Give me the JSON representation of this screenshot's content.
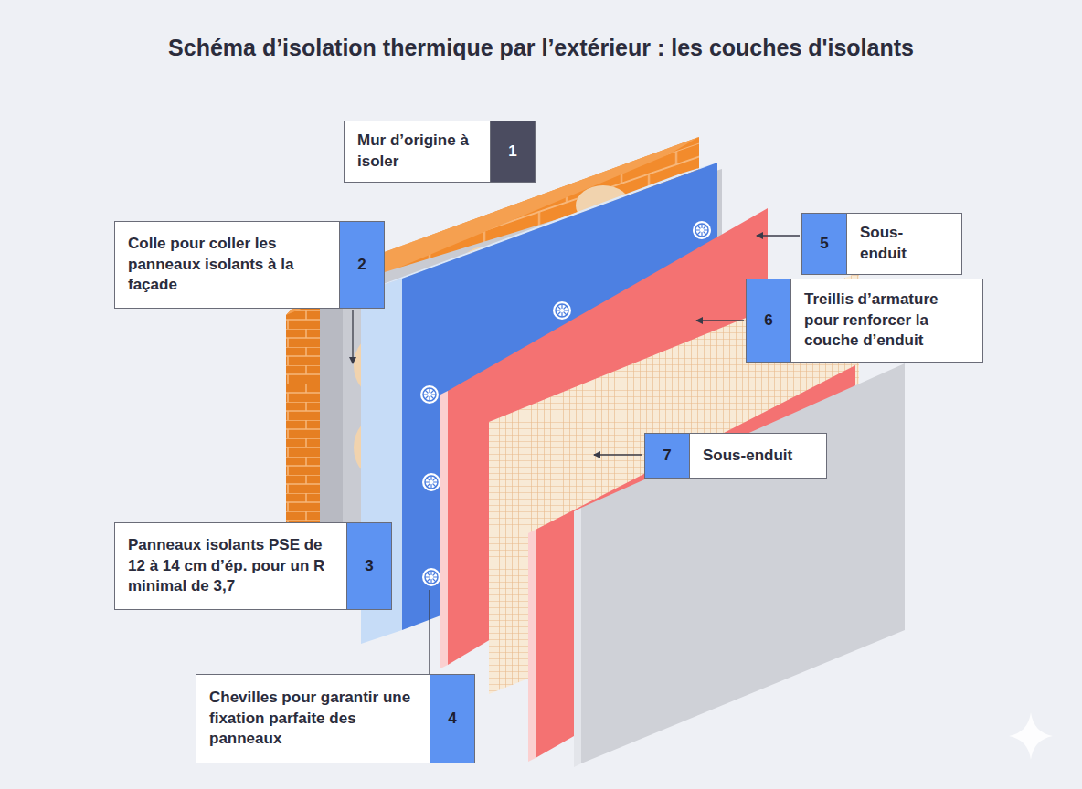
{
  "diagram": {
    "title": "Schéma d’isolation thermique par l’extérieur : les couches d'isolants",
    "nodes": [
      {
        "text": [
          "Mur d’origine à isoler",
          "1"
        ]
      },
      {
        "text": [
          "Colle pour coller les panneaux isolants à la façade",
          "2"
        ]
      },
      {
        "text": [
          "Panneaux isolants PSE de 12 à 14 cm d’ép. pour un R minimal de 3,7",
          "3"
        ]
      },
      {
        "text": [
          "Chevilles pour garantir une fixation parfaite des panneaux",
          "4"
        ]
      },
      {
        "text": [
          "Sous-enduit",
          "5"
        ]
      },
      {
        "text": [
          "Treillis d’armature pour renforcer la couche d’enduit",
          "6"
        ]
      },
      {
        "text": [
          "Sous-enduit",
          "7"
        ]
      }
    ]
  }
}
